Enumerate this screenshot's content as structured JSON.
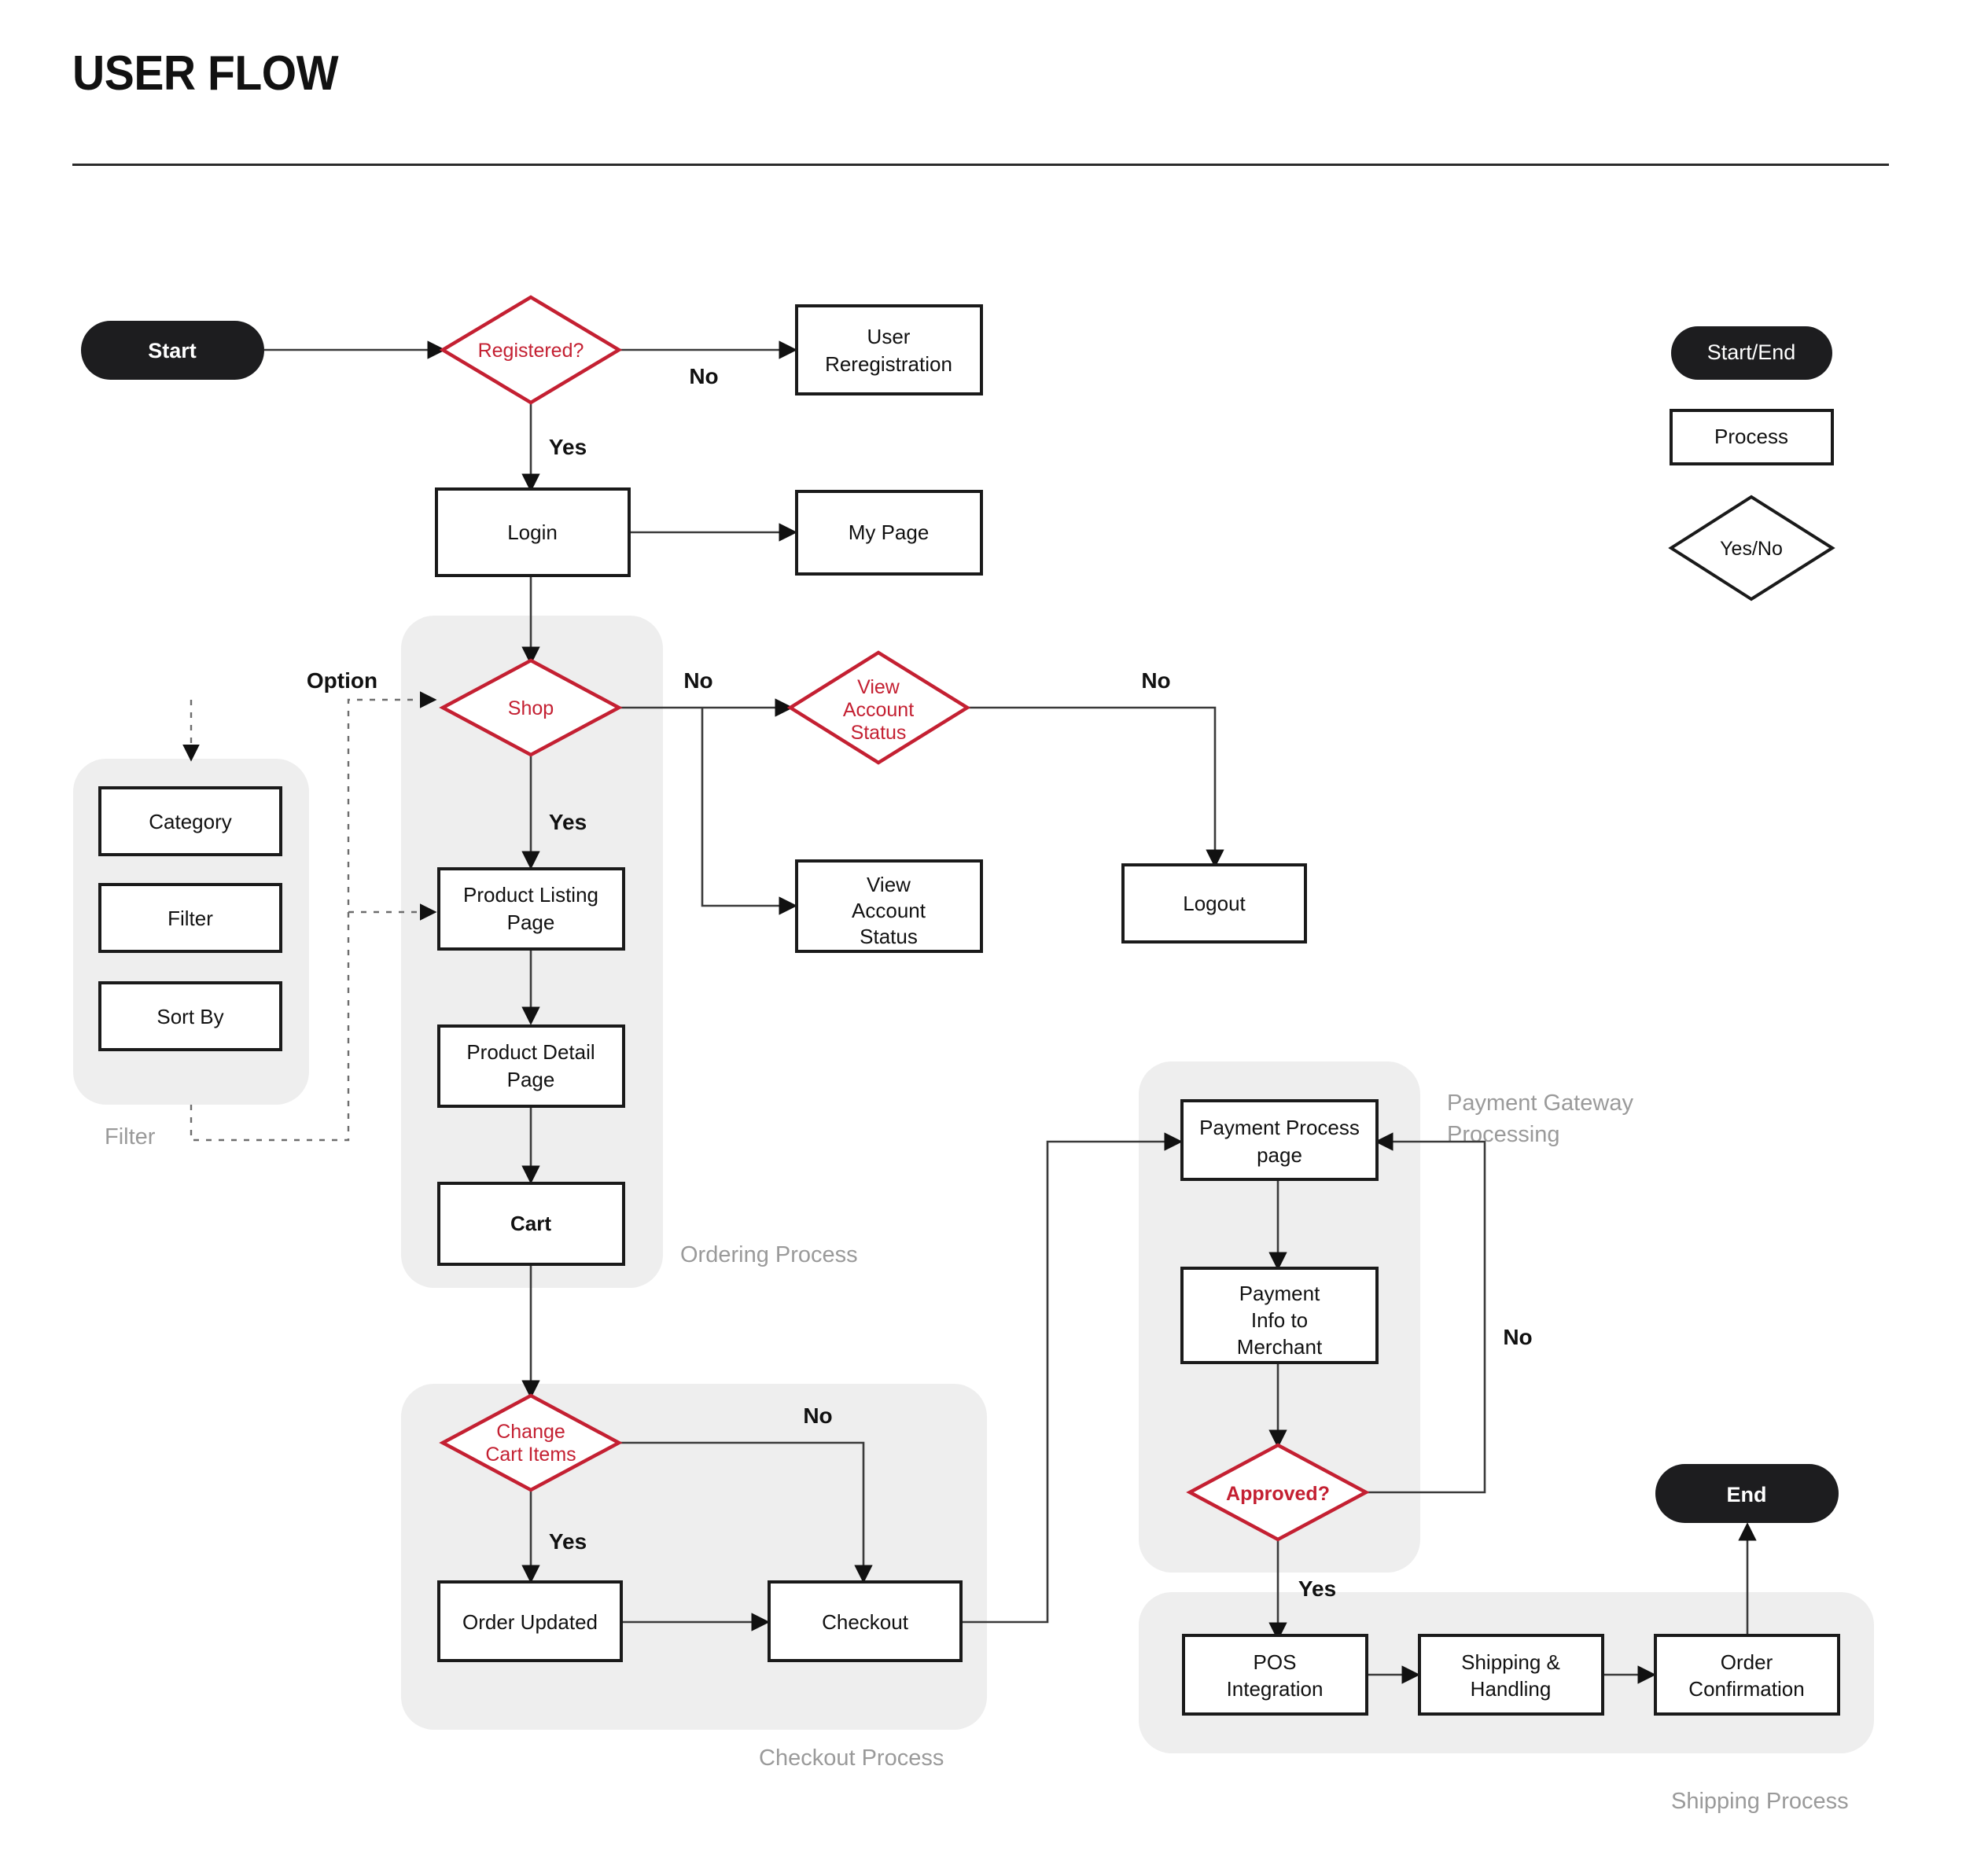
{
  "header": {
    "title": "USER FLOW"
  },
  "legend": {
    "items": [
      {
        "label": "Start/End",
        "shape": "pill"
      },
      {
        "label": "Process",
        "shape": "rect"
      },
      {
        "label": "Yes/No",
        "shape": "diamond"
      }
    ]
  },
  "groups": [
    {
      "id": "filter",
      "label": "Filter"
    },
    {
      "id": "ordering",
      "label": "Ordering Process"
    },
    {
      "id": "checkout",
      "label": "Checkout Process"
    },
    {
      "id": "payment",
      "label": "Payment Gateway\nProcessing",
      "line1": "Payment Gateway",
      "line2": "Processing"
    },
    {
      "id": "shipping",
      "label": "Shipping Process"
    }
  ],
  "nodes": {
    "start": {
      "label": "Start",
      "type": "terminator"
    },
    "registered": {
      "label": "Registered?",
      "type": "decision"
    },
    "user_reregistration": {
      "line1": "User",
      "line2": "Reregistration",
      "type": "process"
    },
    "login": {
      "label": "Login",
      "type": "process"
    },
    "my_page": {
      "label": "My Page",
      "type": "process"
    },
    "shop": {
      "label": "Shop",
      "type": "decision"
    },
    "view_account_status_decision": {
      "line1": "View",
      "line2": "Account",
      "line3": "Status",
      "type": "decision"
    },
    "view_account_status_process": {
      "line1": "View",
      "line2": "Account",
      "line3": "Status",
      "type": "process"
    },
    "logout": {
      "label": "Logout",
      "type": "process"
    },
    "category": {
      "label": "Category",
      "type": "process"
    },
    "filter": {
      "label": "Filter",
      "type": "process"
    },
    "sort_by": {
      "label": "Sort By",
      "type": "process"
    },
    "product_listing_page": {
      "line1": "Product Listing",
      "line2": "Page",
      "type": "process"
    },
    "product_detail_page": {
      "line1": "Product Detail",
      "line2": "Page",
      "type": "process"
    },
    "cart": {
      "label": "Cart",
      "type": "process"
    },
    "change_cart_items": {
      "line1": "Change",
      "line2": "Cart Items",
      "type": "decision"
    },
    "order_updated": {
      "label": "Order Updated",
      "type": "process"
    },
    "checkout": {
      "label": "Checkout",
      "type": "process"
    },
    "payment_process_page": {
      "line1": "Payment Process",
      "line2": "page",
      "type": "process"
    },
    "payment_info_to_merchant": {
      "line1": "Payment",
      "line2": "Info to",
      "line3": "Merchant",
      "type": "process"
    },
    "approved": {
      "label": "Approved?",
      "type": "decision"
    },
    "pos_integration": {
      "line1": "POS",
      "line2": "Integration",
      "type": "process"
    },
    "shipping_handling": {
      "line1": "Shipping &",
      "line2": "Handling",
      "type": "process"
    },
    "order_confirmation": {
      "line1": "Order",
      "line2": "Confirmation",
      "type": "process"
    },
    "end": {
      "label": "End",
      "type": "terminator"
    }
  },
  "edge_labels": {
    "registered_no": "No",
    "registered_yes": "Yes",
    "shop_option": "Option",
    "shop_no": "No",
    "shop_yes": "Yes",
    "vas_no": "No",
    "change_cart_no": "No",
    "change_cart_yes": "Yes",
    "approved_no": "No",
    "approved_yes": "Yes"
  },
  "colors": {
    "decision_red": "#c42032",
    "terminator_dark": "#1d1d1f",
    "group_panel": "#eeeeee",
    "group_label": "#9a9a9a",
    "connector": "#3a3a3a",
    "box_border": "#1a1a1a",
    "background": "#ffffff"
  }
}
